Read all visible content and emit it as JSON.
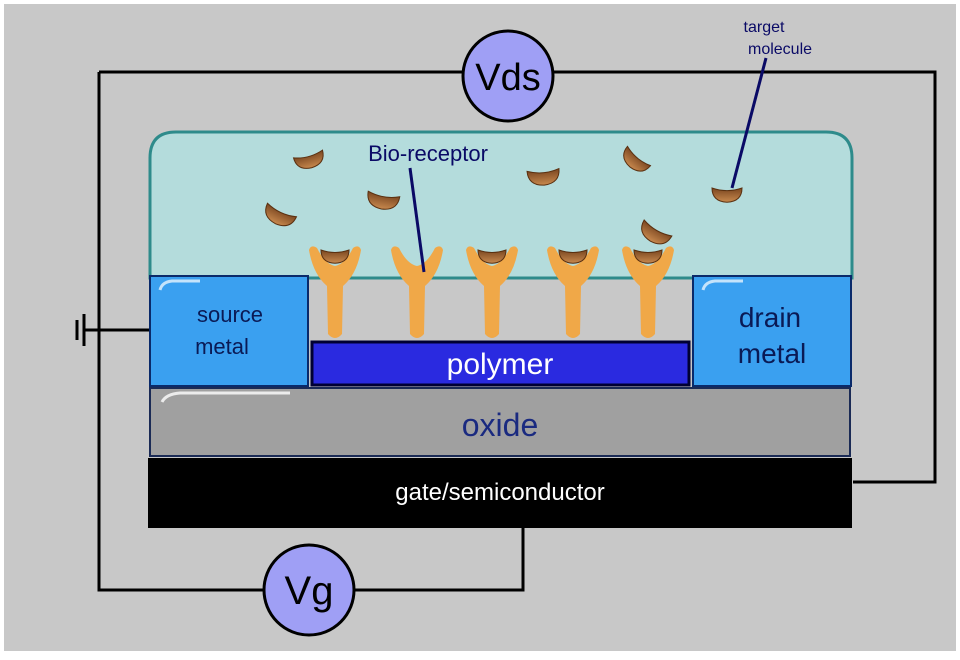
{
  "diagram": {
    "voltmeter_ds": {
      "label": "Vds"
    },
    "voltmeter_g": {
      "label": "Vg"
    },
    "annotations": {
      "target_line1": "target",
      "target_line2": "molecule",
      "bioreceptor": "Bio-receptor"
    },
    "layers": {
      "source_line1": "source",
      "source_line2": "metal",
      "drain_line1": "drain",
      "drain_line2": "metal",
      "polymer": "polymer",
      "oxide": "oxide",
      "gate": "gate/semiconductor"
    },
    "colors": {
      "background": "#c8c8c8",
      "electrolyte": "#b4dcdc",
      "electrolyte_border": "#2e8b8b",
      "metal": "#3aa0f0",
      "polymer": "#2a2ae0",
      "oxide": "#a0a0a0",
      "gate": "#000000",
      "voltmeter_fill": "#9f9ff5",
      "receptor": "#f0a848",
      "molecule": "#a86a3c",
      "annotation_text": "#0a0a66"
    }
  }
}
